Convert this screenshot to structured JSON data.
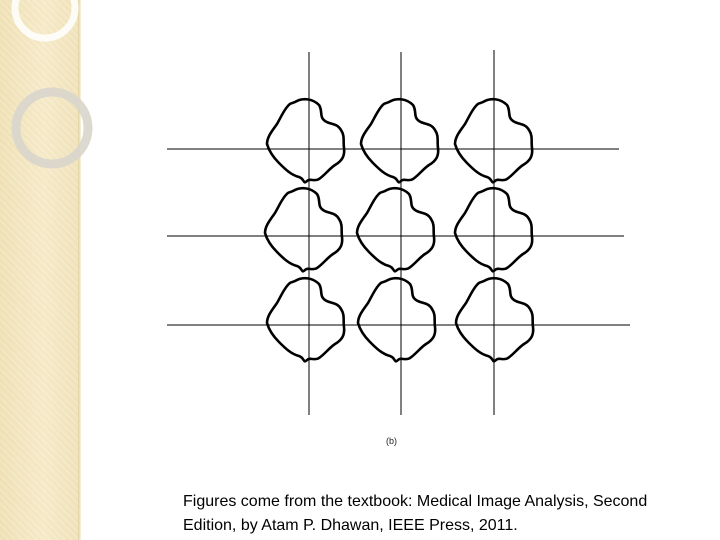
{
  "figure": {
    "label": "(b)"
  },
  "caption": {
    "line1": "Figures come from the textbook: Medical Image Analysis, Second",
    "line2": "Edition, by Atam P. Dhawan, IEEE Press, 2011."
  },
  "colors": {
    "band": "#f2e5bd",
    "ring": "#dcd8cf",
    "lines": "#000000"
  }
}
